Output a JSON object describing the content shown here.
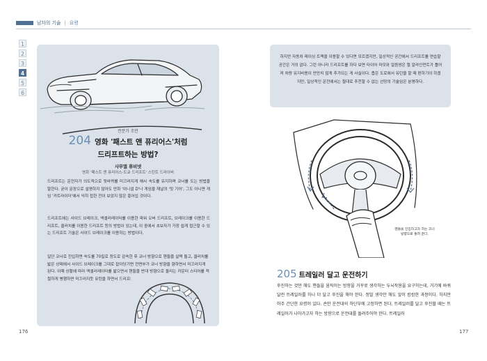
{
  "header": {
    "series": "남자의 기술",
    "section": "요령"
  },
  "chapters": [
    "1",
    "2",
    "3",
    "4",
    "5",
    "6"
  ],
  "left": {
    "kicker": "전문가 조언",
    "number": "204",
    "title_line1": "영화 '패스트 앤 퓨리어스'처럼",
    "title_line2": "드리프트하는 방법?",
    "quote_name": "사무엘 휴비넷",
    "quote_role": "영화 '패스트 앤 퓨리어스-도쿄 드리프트' 스턴트 드라이버",
    "para1": "드리프트는 운전자가 의도적으로 뒷바퀴를 미끄러지게 해서 속도를 유지하며 코너를 도는 방법을 말한다. 굳이 문장으로 설명하지 않아도 만화 '이니셜 D'나 게임을 재널의 '릿 기어', 그도 아니면 게임 '카트라이더'에서 익히 접한 전이 보았지 않은 흥어입 것이다.",
    "para2": "드리프트에는 사이드 브레이크, 액셀러레이터를 이용한 파워 오버 드리프트, 브레이크를 이용한 드리프트, 클러치를 이용한 드리프트 등의 방법이 있는데, 이 중에서 초보자가 가장 쉽게 접근할 수 있는 드리프트 기술은 사이드 브레이크를 이용하는 방법이다.",
    "para3": "일단 코너로 진입하면 속도를 70킬로 정도로 감속한 후 코너 방향으로 핸들을 살짝 돌고, 클러치를 밟은 상태에서 사이드 브레이크를 그대로 잡아당기면 전면부가 코너 방향을 향하면서 미끄러지게 된다. 이때 상황에 따라 액셀러레이터를 밟으면서 핸들을 반대 방향으로 돌리는 카운터 스티어를 적절하게 병행하면 미끄러지듯 유턴을 하면서 드리프트가 가능해진다.",
    "page": "176"
  },
  "right": {
    "box_text": "하지만 자동차 레이싱 트랙을 이용할 수 있다면 모르겠지만, 일상적인 공간에서 드리프트를 연습할 공간은 거의 없다. 그런 아니라 드리프트를 하다 보면 타이어 마모와 얼음쌍은 헐 알라인먼트가 틀어져 차량 유지비용이 만만치 않게 추가되는 게 사실이다. 좁은 도로에서 유턴을 할 때 편하기야 하겠지만, 일상적인 운전에서는 절대로 추천할 수 없는 선망의 기술임은 분명하다.",
    "caption": "핸들을 진입하고자 하는 코너 방향으로 돌려 준다.",
    "number": "205",
    "heading": "트레일러 달고 운전하기",
    "body": "후진하는 것만 해도 핸들을 움직이는 방향을 거꾸로 생각하는 두뇌작용을 요구하는데, 거기에 바퀴 달린 트레일러를 하나 더 달고 후진을 해야 한다. 정말 생각만 해도 앞이 캄캄한 과정이다. 하지만 아주 간단한 요령이 있다. 손만 운전대의 하단부에 고정하면 된다. 트레일러를 달고 후진할 때는 트레일러가 나아가고자 하는 방향으로 운전대를 돌려주어야 한다. 트레일러",
    "page": "177"
  },
  "colors": {
    "accent": "#4f6f93",
    "card_bg": "#dbe2ea",
    "number_blue": "#6b8fb5"
  }
}
